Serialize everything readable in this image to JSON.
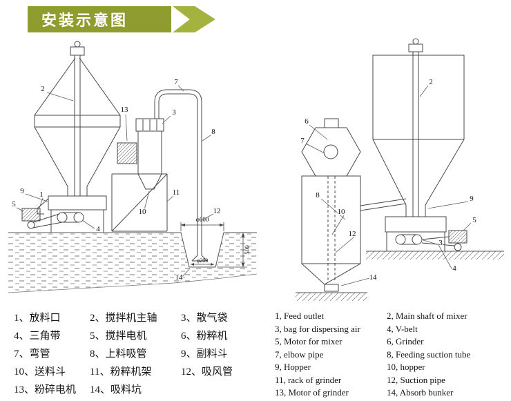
{
  "header": {
    "title": "安装示意图"
  },
  "colors": {
    "banner": "#8f9c2f",
    "banner_arrow": "#a4b23f"
  },
  "diagram_left": {
    "labels": {
      "n1": "1",
      "n2": "2",
      "n3": "3",
      "n4": "4",
      "n5": "5",
      "n7": "7",
      "n8": "8",
      "n9": "9",
      "n10": "10",
      "n11": "11",
      "n12": "12",
      "n13": "13",
      "n14": "14",
      "d600": "φ600",
      "d200": "φ200",
      "d500": "500"
    }
  },
  "diagram_right": {
    "labels": {
      "n2": "2",
      "n3": "3",
      "n4": "4",
      "n5": "5",
      "n6": "6",
      "n7": "7",
      "n8": "8",
      "n9": "9",
      "n10": "10",
      "n12": "12",
      "n14": "14"
    }
  },
  "legend_cn": {
    "items": [
      "1、放料口",
      "2、搅拌机主轴",
      "3、散气袋",
      "4、三角带",
      "5、搅拌电机",
      "6、粉粹机",
      "7、弯管",
      "8、上料吸管",
      "9、副料斗",
      "10、送料斗",
      "11、粉粹机架",
      "12、吸风管",
      "13、粉碎电机",
      "14、吸料坑"
    ]
  },
  "legend_en": {
    "items": [
      "1, Feed outlet",
      "2, Main shaft of mixer",
      "3, bag for dispersing air",
      "4, V-belt",
      "5, Motor for mixer",
      "6, Grinder",
      "7, elbow pipe",
      "8, Feeding suction tube",
      "9, Hopper",
      "10, hopper",
      "11, rack of grinder",
      "12, Suction pipe",
      "13, Motor of grinder",
      "14, Absorb bunker"
    ]
  }
}
